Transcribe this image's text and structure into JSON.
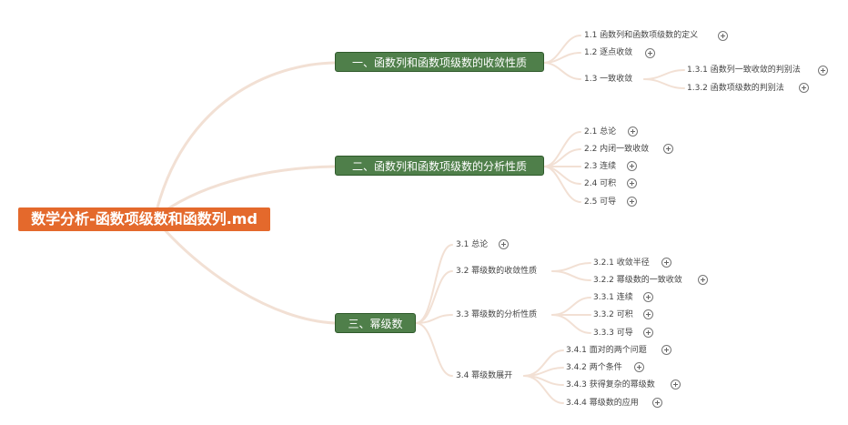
{
  "root": {
    "label": "数学分析-函数项级数和函数列.md"
  },
  "branches": [
    {
      "label": "一、函数列和函数项级数的收敛性质",
      "items": [
        {
          "label": "1.1 函数列和函数项级数的定义"
        },
        {
          "label": "1.2 逐点收敛"
        },
        {
          "label": "1.3 一致收敛",
          "children": [
            {
              "label": "1.3.1 函数列一致收敛的判别法"
            },
            {
              "label": "1.3.2 函数项级数的判别法"
            }
          ]
        }
      ]
    },
    {
      "label": "二、函数列和函数项级数的分析性质",
      "items": [
        {
          "label": "2.1 总论"
        },
        {
          "label": "2.2 内闭一致收敛"
        },
        {
          "label": "2.3 连续"
        },
        {
          "label": "2.4 可积"
        },
        {
          "label": "2.5 可导"
        }
      ]
    },
    {
      "label": "三、幂级数",
      "items": [
        {
          "label": "3.1 总论"
        },
        {
          "label": "3.2 幂级数的收敛性质",
          "children": [
            {
              "label": "3.2.1 收敛半径"
            },
            {
              "label": "3.2.2 幂级数的一致收敛"
            }
          ]
        },
        {
          "label": "3.3 幂级数的分析性质",
          "children": [
            {
              "label": "3.3.1 连续"
            },
            {
              "label": "3.3.2 可积"
            },
            {
              "label": "3.3.3 可导"
            }
          ]
        },
        {
          "label": "3.4 幂级数展开",
          "children": [
            {
              "label": "3.4.1 面对的两个问题"
            },
            {
              "label": "3.4.2 两个条件"
            },
            {
              "label": "3.4.3 获得复杂的幂级数"
            },
            {
              "label": "3.4.4 幂级数的应用"
            }
          ]
        }
      ]
    }
  ],
  "colors": {
    "root": "#e4692c",
    "branch": "#4f7f4a",
    "connector": "#f2e0d4"
  }
}
